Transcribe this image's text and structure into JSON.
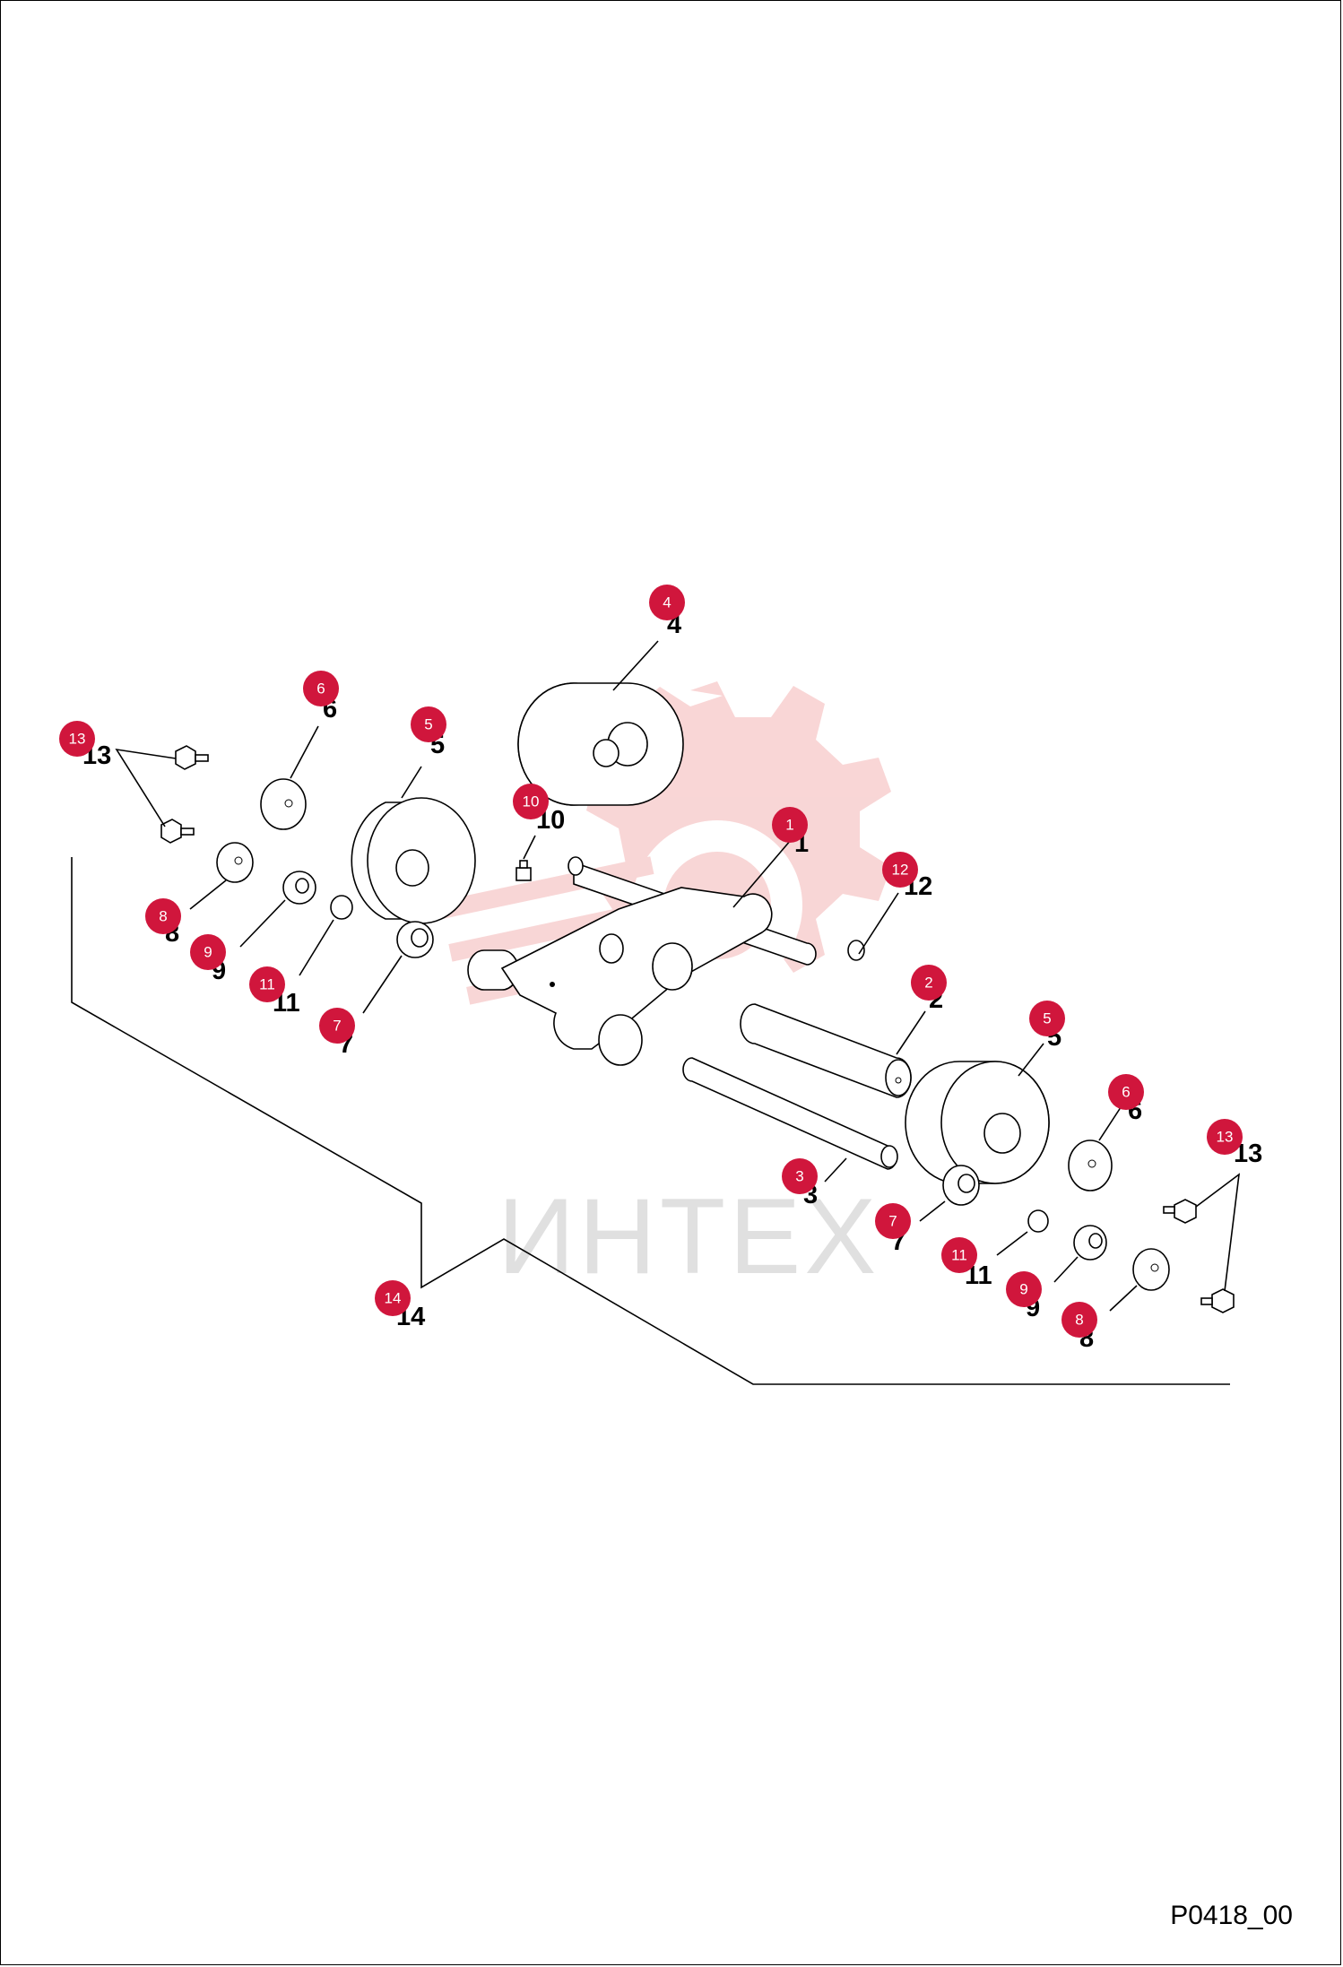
{
  "watermark": {
    "text": "ИНТЕХ",
    "color": "#f4b5b5"
  },
  "drawing_code": "P0418_00",
  "badge_color": "#d0163c",
  "callouts": [
    {
      "id": "c4",
      "label": "4"
    },
    {
      "id": "c6a",
      "label": "6"
    },
    {
      "id": "c5a",
      "label": "5"
    },
    {
      "id": "c13a",
      "label": "13"
    },
    {
      "id": "c10",
      "label": "10"
    },
    {
      "id": "c1",
      "label": "1"
    },
    {
      "id": "c12",
      "label": "12"
    },
    {
      "id": "c8a",
      "label": "8"
    },
    {
      "id": "c9a",
      "label": "9"
    },
    {
      "id": "c11a",
      "label": "11"
    },
    {
      "id": "c7a",
      "label": "7"
    },
    {
      "id": "c2",
      "label": "2"
    },
    {
      "id": "c5b",
      "label": "5"
    },
    {
      "id": "c6b",
      "label": "6"
    },
    {
      "id": "c13b",
      "label": "13"
    },
    {
      "id": "c3",
      "label": "3"
    },
    {
      "id": "c7b",
      "label": "7"
    },
    {
      "id": "c11b",
      "label": "11"
    },
    {
      "id": "c9b",
      "label": "9"
    },
    {
      "id": "c8b",
      "label": "8"
    },
    {
      "id": "c14",
      "label": "14"
    }
  ]
}
